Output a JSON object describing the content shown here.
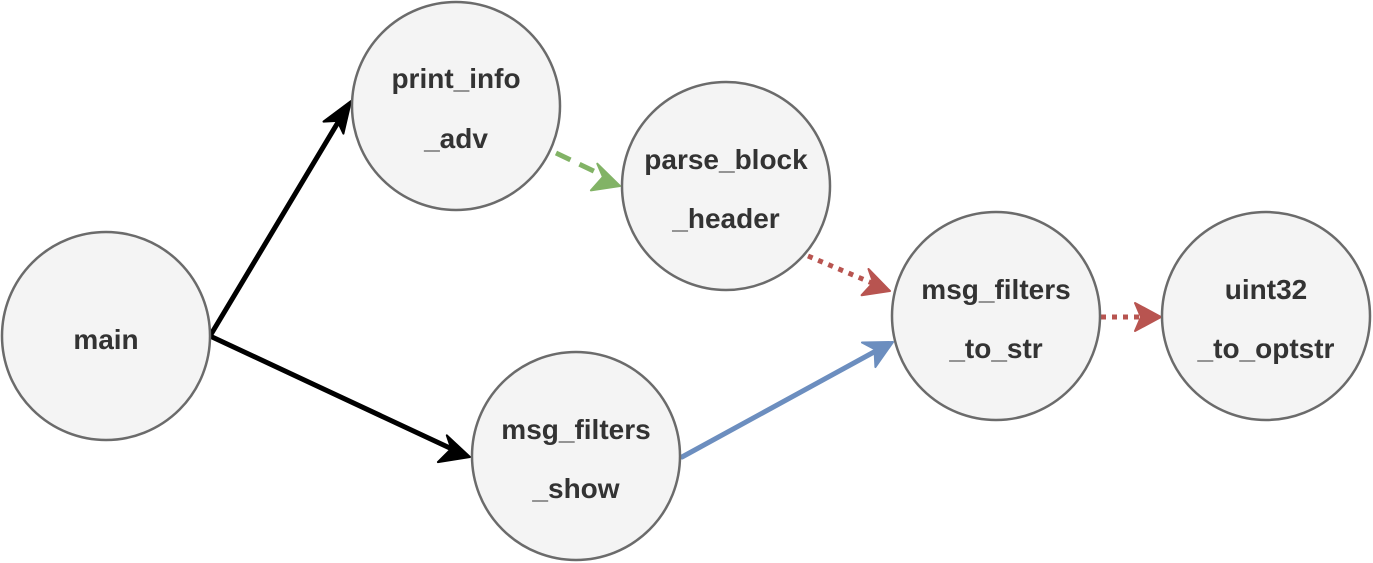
{
  "diagram": {
    "nodes": [
      {
        "id": "main",
        "lines": [
          "main"
        ]
      },
      {
        "id": "print_info_adv",
        "lines": [
          "print_info",
          "_adv"
        ]
      },
      {
        "id": "parse_block_header",
        "lines": [
          "parse_block",
          "_header"
        ]
      },
      {
        "id": "msg_filters_show",
        "lines": [
          "msg_filters",
          "_show"
        ]
      },
      {
        "id": "msg_filters_to_str",
        "lines": [
          "msg_filters",
          "_to_str"
        ]
      },
      {
        "id": "uint32_to_optstr",
        "lines": [
          "uint32",
          "_to_optstr"
        ]
      }
    ],
    "edges": [
      {
        "from": "main",
        "to": "print_info_adv",
        "color": "#000000",
        "style": "solid"
      },
      {
        "from": "main",
        "to": "msg_filters_show",
        "color": "#000000",
        "style": "solid"
      },
      {
        "from": "print_info_adv",
        "to": "parse_block_header",
        "color": "#82b366",
        "style": "dashed"
      },
      {
        "from": "parse_block_header",
        "to": "msg_filters_to_str",
        "color": "#b85450",
        "style": "dotted"
      },
      {
        "from": "msg_filters_show",
        "to": "msg_filters_to_str",
        "color": "#6c8ebf",
        "style": "solid"
      },
      {
        "from": "msg_filters_to_str",
        "to": "uint32_to_optstr",
        "color": "#b85450",
        "style": "dotted"
      }
    ]
  }
}
